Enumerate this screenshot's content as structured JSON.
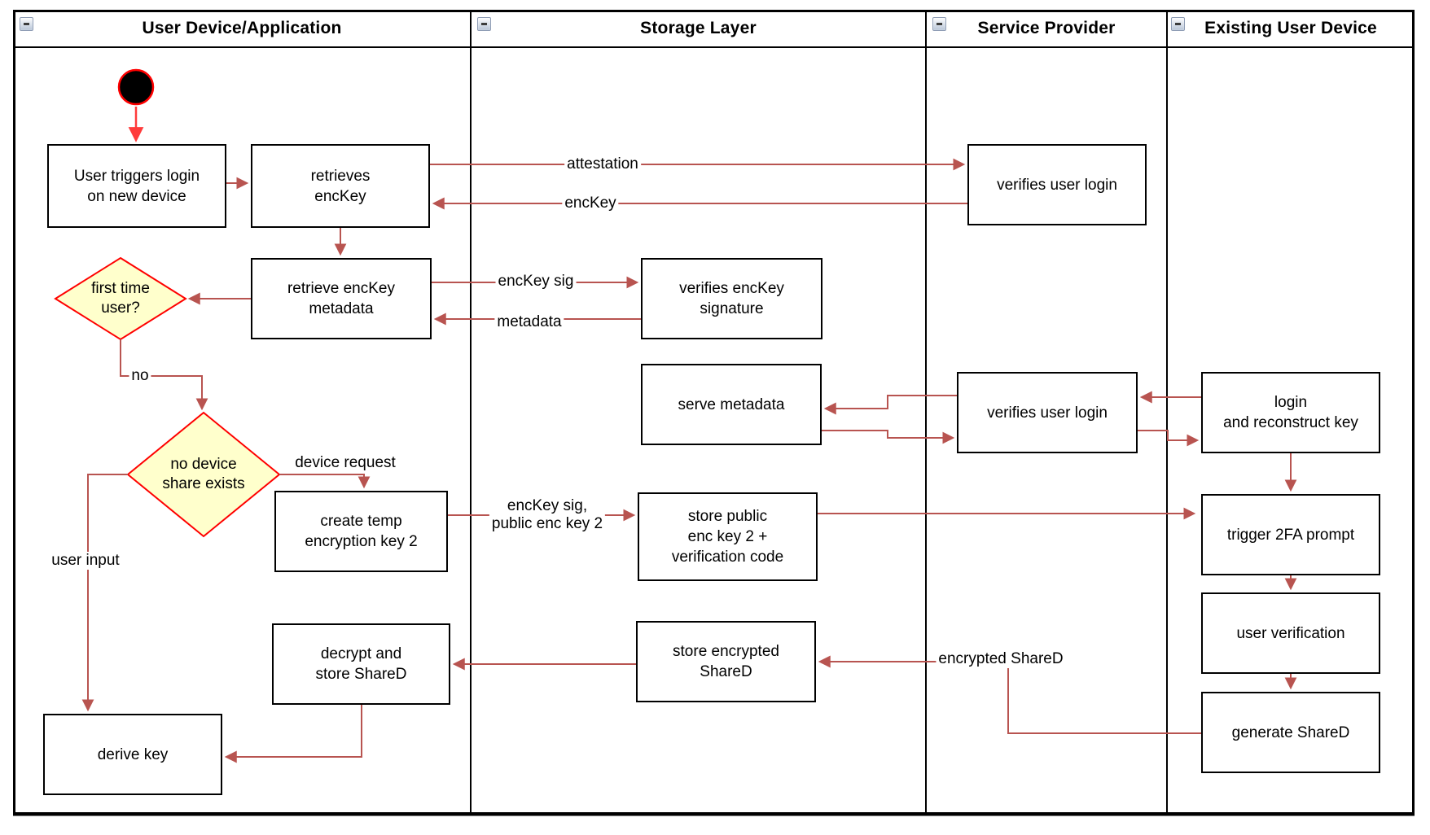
{
  "colors": {
    "connector": "#b85450",
    "start_arrow": "#ff3b3b",
    "decision_fill": "#ffffcc",
    "decision_border": "#ff0000",
    "lane_border": "#000000",
    "node_border": "#000000",
    "node_fill": "#ffffff"
  },
  "lanes": [
    {
      "title": "User Device/Application",
      "collapse_icon": "minus"
    },
    {
      "title": "Storage Layer",
      "collapse_icon": "minus"
    },
    {
      "title": "Service Provider",
      "collapse_icon": "minus"
    },
    {
      "title": "Existing User Device",
      "collapse_icon": "minus"
    }
  ],
  "nodes": {
    "user_triggers_login": "User triggers login\non new device",
    "retrieves_enckey": "retrieves\nencKey",
    "retrieve_enckey_metadata": "retrieve encKey\nmetadata",
    "verifies_enckey_signature": "verifies encKey\nsignature",
    "serve_metadata": "serve metadata",
    "verifies_user_login_1": "verifies user login",
    "verifies_user_login_2": "verifies user login",
    "login_and_reconstruct_key": "login\nand reconstruct key",
    "create_temp_encryption_key_2": "create temp\nencryption key 2",
    "store_public_enc_key_2": "store public\nenc key 2 +\nverification code",
    "trigger_2fa_prompt": "trigger 2FA prompt",
    "user_verification": "user verification",
    "generate_shared": "generate ShareD",
    "store_encrypted_shared": "store encrypted\nShareD",
    "decrypt_and_store_shared": "decrypt and\nstore ShareD",
    "derive_key": "derive key"
  },
  "decisions": {
    "first_time_user": "first time\nuser?",
    "no_device_share_exists": "no device\nshare exists"
  },
  "edge_labels": {
    "attestation": "attestation",
    "enckey": "encKey",
    "enckey_sig": "encKey sig",
    "metadata": "metadata",
    "no": "no",
    "device_request": "device request",
    "user_input": "user input",
    "enckey_sig_public_enc_key_2": "encKey sig,\npublic enc key 2",
    "encrypted_shared": "encrypted ShareD"
  }
}
